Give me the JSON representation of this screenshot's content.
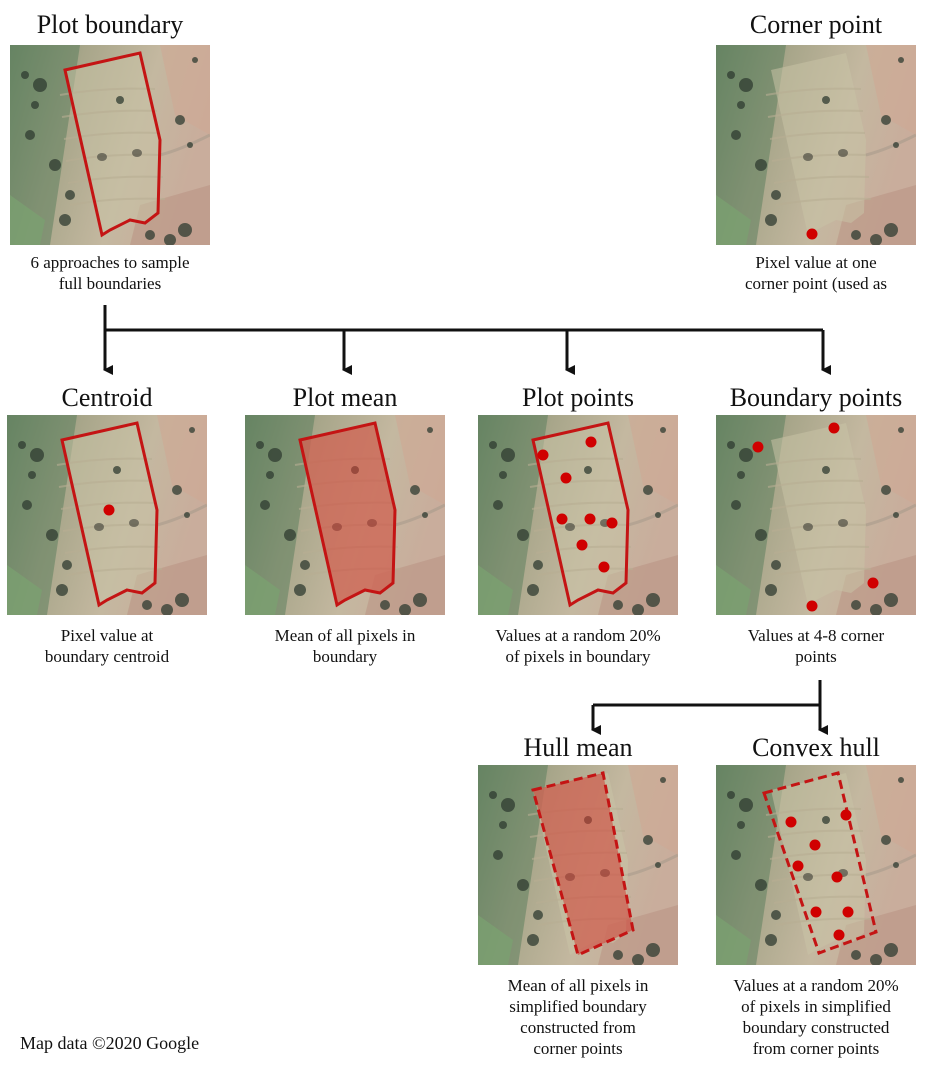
{
  "panels": {
    "plot_boundary": {
      "title": "Plot boundary",
      "caption": [
        "6 approaches to sample",
        "full boundaries"
      ]
    },
    "corner_point": {
      "title": "Corner point",
      "caption": [
        "Pixel value at one",
        "corner point (used as"
      ]
    },
    "centroid": {
      "title": "Centroid",
      "caption": [
        "Pixel value at",
        "boundary centroid"
      ]
    },
    "plot_mean": {
      "title": "Plot mean",
      "caption": [
        "Mean of all pixels in",
        "boundary"
      ]
    },
    "plot_points": {
      "title": "Plot points",
      "caption": [
        "Values at a random 20%",
        "of pixels in boundary"
      ]
    },
    "boundary_points": {
      "title": "Boundary points",
      "caption": [
        "Values at 4-8 corner",
        "points"
      ]
    },
    "hull_mean": {
      "title": "Hull mean",
      "caption": [
        "Mean of all pixels in",
        "simplified boundary",
        "constructed from",
        "corner points"
      ]
    },
    "convex_hull": {
      "title": "Convex hull",
      "caption": [
        "Values at a random 20%",
        "of pixels in simplified",
        "boundary constructed",
        "from corner points"
      ]
    }
  },
  "footer": "Map data ©2020 Google",
  "colors": {
    "boundary": "#c41414",
    "point": "#d00000",
    "fill": "#d23c32",
    "arrow": "#111111"
  }
}
